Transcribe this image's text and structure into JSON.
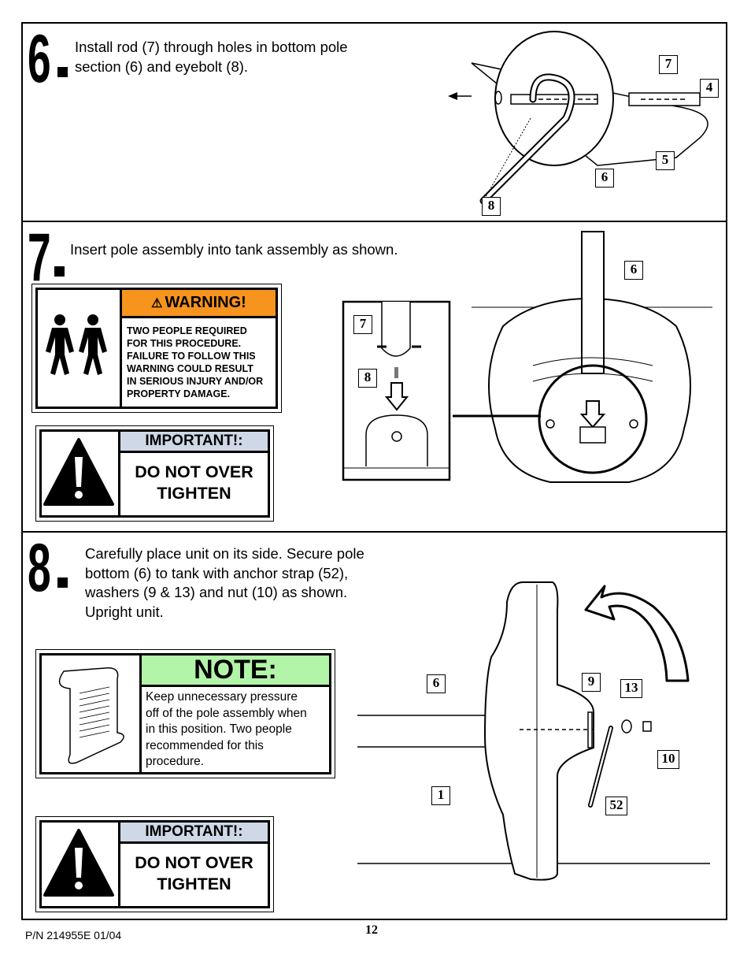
{
  "step6": {
    "number": "6",
    "instruction_line1": "Install rod (7) through holes in bottom pole",
    "instruction_line2": "section (6) and eyebolt (8).",
    "callouts": [
      "7",
      "4",
      "5",
      "6",
      "8"
    ]
  },
  "step7": {
    "number": "7",
    "instruction": "Insert pole assembly into tank assembly as shown.",
    "warning": {
      "header": "WARNING!",
      "lines": [
        "TWO PEOPLE REQUIRED",
        "FOR THIS PROCEDURE.",
        "FAILURE TO FOLLOW THIS",
        "WARNING COULD RESULT",
        "IN SERIOUS INJURY AND/OR",
        "PROPERTY DAMAGE."
      ]
    },
    "important": {
      "header": "IMPORTANT!:",
      "line1": "DO NOT OVER",
      "line2": "TIGHTEN"
    },
    "callouts": [
      "6",
      "7",
      "8"
    ]
  },
  "step8": {
    "number": "8",
    "instruction_lines": [
      "Carefully place unit on its side.  Secure pole",
      "bottom (6) to tank with anchor strap (52),",
      "washers (9 & 13) and nut (10) as shown.",
      "Upright unit."
    ],
    "note": {
      "header": "NOTE:",
      "lines": [
        "Keep unnecessary pressure",
        "off of the pole assembly when",
        "in this position.  Two people",
        "recommended for this",
        "procedure."
      ]
    },
    "important": {
      "header": "IMPORTANT!:",
      "line1": "DO NOT OVER",
      "line2": "TIGHTEN"
    },
    "callouts": [
      "6",
      "9",
      "13",
      "10",
      "1",
      "52"
    ]
  },
  "footer": {
    "part_number": "P/N 214955E    01/04",
    "page": "12"
  },
  "colors": {
    "warning": "#f7941d",
    "important": "#cfd8e6",
    "note": "#b3f5a8"
  },
  "icons": [
    "two-people-icon",
    "exclamation-triangle-icon",
    "document-page-icon",
    "curved-arrow-icon",
    "down-arrow-icon"
  ]
}
